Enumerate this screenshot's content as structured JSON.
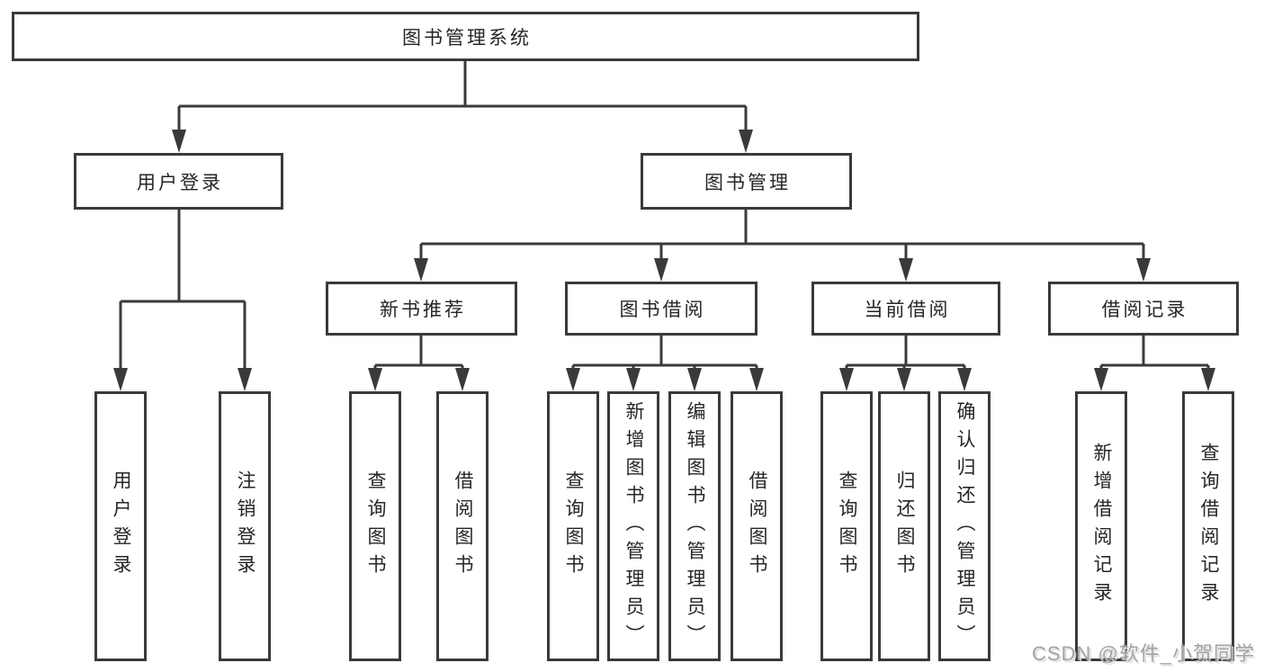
{
  "diagram": {
    "root": {
      "label": "图书管理系统"
    },
    "level2": [
      {
        "label": "用户登录"
      },
      {
        "label": "图书管理"
      }
    ],
    "level3": [
      {
        "label": "新书推荐",
        "parent": "图书管理"
      },
      {
        "label": "图书借阅",
        "parent": "图书管理"
      },
      {
        "label": "当前借阅",
        "parent": "图书管理"
      },
      {
        "label": "借阅记录",
        "parent": "图书管理"
      }
    ],
    "leaves": [
      {
        "label": "用户登录",
        "parent": "用户登录"
      },
      {
        "label": "注销登录",
        "parent": "用户登录"
      },
      {
        "label": "查询图书",
        "parent": "新书推荐"
      },
      {
        "label": "借阅图书",
        "parent": "新书推荐"
      },
      {
        "label": "查询图书",
        "parent": "图书借阅"
      },
      {
        "label": "新增图书（管理员）",
        "parent": "图书借阅"
      },
      {
        "label": "编辑图书（管理员）",
        "parent": "图书借阅"
      },
      {
        "label": "借阅图书",
        "parent": "图书借阅"
      },
      {
        "label": "查询图书",
        "parent": "当前借阅"
      },
      {
        "label": "归还图书",
        "parent": "当前借阅"
      },
      {
        "label": "确认归还（管理员）",
        "parent": "当前借阅"
      },
      {
        "label": "新增借阅记录",
        "parent": "借阅记录"
      },
      {
        "label": "查询借阅记录",
        "parent": "借阅记录"
      }
    ],
    "watermark": "CSDN @软件_小贺同学",
    "colors": {
      "line": "#3a3a3a",
      "text": "#262626",
      "watermark": "#a3a3a3",
      "background": "#ffffff"
    }
  }
}
